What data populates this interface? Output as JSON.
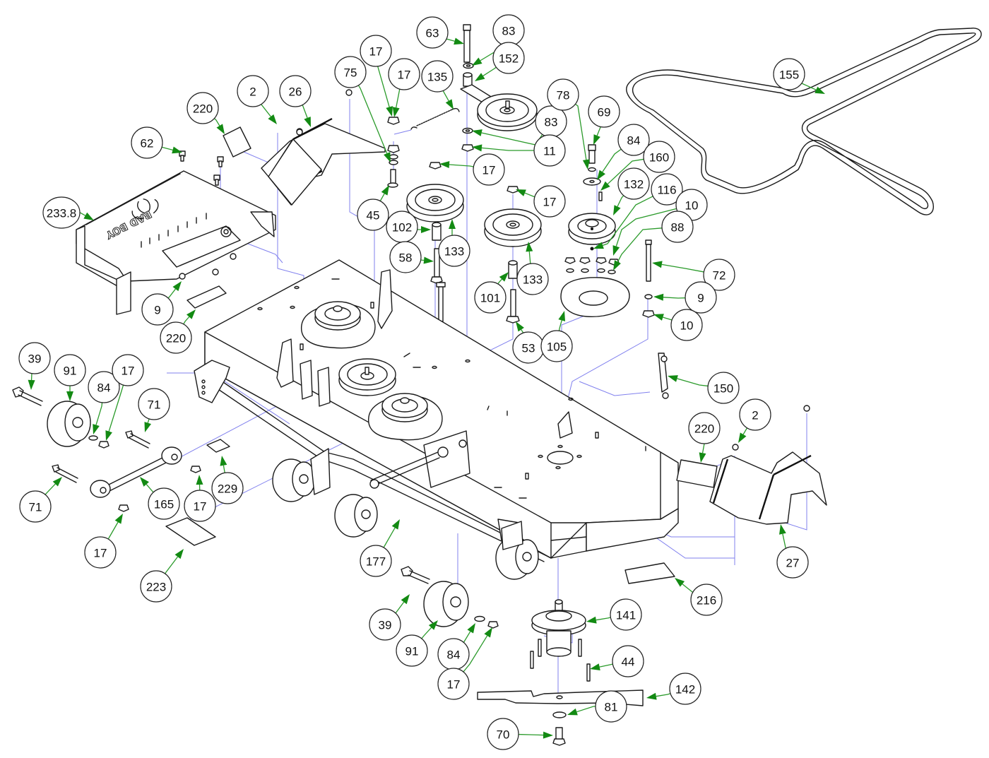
{
  "diagram": {
    "title": "Mower Deck Exploded Parts Diagram",
    "type": "exploded-parts-view",
    "deck_logo_text": "BAD BOY",
    "colors": {
      "line": "#1a1a1a",
      "guide": "#8080ee",
      "leader": "#2a9a2a",
      "arrow": "#138a13",
      "balloon_fill": "#ffffff"
    },
    "callouts": [
      {
        "id": "c63",
        "label": "63",
        "part": "bolt-idler-arm"
      },
      {
        "id": "c83a",
        "label": "83",
        "part": "washer"
      },
      {
        "id": "c152",
        "label": "152",
        "part": "idler-arm"
      },
      {
        "id": "c155",
        "label": "155",
        "part": "drive-belt"
      },
      {
        "id": "c17a",
        "label": "17",
        "part": "flange-nut"
      },
      {
        "id": "c17b",
        "label": "17",
        "part": "flange-nut"
      },
      {
        "id": "c75",
        "label": "75",
        "part": "washer"
      },
      {
        "id": "c135",
        "label": "135",
        "part": "tension-spring"
      },
      {
        "id": "c220a",
        "label": "220",
        "part": "decal"
      },
      {
        "id": "c2a",
        "label": "2",
        "part": "acorn-nut"
      },
      {
        "id": "c26",
        "label": "26",
        "part": "discharge-chute-left"
      },
      {
        "id": "c62",
        "label": "62",
        "part": "bolt"
      },
      {
        "id": "c83b",
        "label": "83",
        "part": "washer"
      },
      {
        "id": "c78",
        "label": "78",
        "part": "lock-washer"
      },
      {
        "id": "c69",
        "label": "69",
        "part": "bolt"
      },
      {
        "id": "c11",
        "label": "11",
        "part": "nut"
      },
      {
        "id": "c84a",
        "label": "84",
        "part": "washer"
      },
      {
        "id": "c160",
        "label": "160",
        "part": "key"
      },
      {
        "id": "c17c",
        "label": "17",
        "part": "flange-nut"
      },
      {
        "id": "c45",
        "label": "45",
        "part": "spacer-bolt"
      },
      {
        "id": "c233",
        "label": "233.8",
        "part": "deck-cover"
      },
      {
        "id": "c17d",
        "label": "17",
        "part": "flange-nut"
      },
      {
        "id": "c132",
        "label": "132",
        "part": "spindle-pulley"
      },
      {
        "id": "c116",
        "label": "116",
        "part": "set-screw"
      },
      {
        "id": "c10a",
        "label": "10",
        "part": "nut"
      },
      {
        "id": "c88",
        "label": "88",
        "part": "washer"
      },
      {
        "id": "c102",
        "label": "102",
        "part": "spacer"
      },
      {
        "id": "c133a",
        "label": "133",
        "part": "idler-pulley"
      },
      {
        "id": "c58",
        "label": "58",
        "part": "bolt"
      },
      {
        "id": "c72",
        "label": "72",
        "part": "long-bolt"
      },
      {
        "id": "c101",
        "label": "101",
        "part": "spacer"
      },
      {
        "id": "c133b",
        "label": "133",
        "part": "idler-pulley"
      },
      {
        "id": "c9a",
        "label": "9",
        "part": "lock-nut"
      },
      {
        "id": "c9b",
        "label": "9",
        "part": "lock-nut"
      },
      {
        "id": "c10b",
        "label": "10",
        "part": "nut"
      },
      {
        "id": "c220b",
        "label": "220",
        "part": "decal"
      },
      {
        "id": "c53",
        "label": "53",
        "part": "bolt"
      },
      {
        "id": "c105",
        "label": "105",
        "part": "spindle-plate"
      },
      {
        "id": "c39a",
        "label": "39",
        "part": "wheel-bolt"
      },
      {
        "id": "c91a",
        "label": "91",
        "part": "anti-scalp-wheel"
      },
      {
        "id": "c84b",
        "label": "84",
        "part": "washer"
      },
      {
        "id": "c17e",
        "label": "17",
        "part": "flange-nut"
      },
      {
        "id": "c71a",
        "label": "71",
        "part": "pin"
      },
      {
        "id": "c150",
        "label": "150",
        "part": "deck-hanger-link"
      },
      {
        "id": "c220c",
        "label": "220",
        "part": "decal"
      },
      {
        "id": "c2b",
        "label": "2",
        "part": "acorn-nut"
      },
      {
        "id": "c229",
        "label": "229",
        "part": "decal"
      },
      {
        "id": "c71b",
        "label": "71",
        "part": "pin"
      },
      {
        "id": "c165",
        "label": "165",
        "part": "adjustment-rod"
      },
      {
        "id": "c17f",
        "label": "17",
        "part": "flange-nut"
      },
      {
        "id": "c17g",
        "label": "17",
        "part": "flange-nut"
      },
      {
        "id": "c27",
        "label": "27",
        "part": "discharge-chute-right"
      },
      {
        "id": "c177",
        "label": "177",
        "part": "deck-shell"
      },
      {
        "id": "c223",
        "label": "223",
        "part": "decal"
      },
      {
        "id": "c216",
        "label": "216",
        "part": "decal"
      },
      {
        "id": "c141",
        "label": "141",
        "part": "spindle-assembly"
      },
      {
        "id": "c39b",
        "label": "39",
        "part": "wheel-bolt"
      },
      {
        "id": "c91b",
        "label": "91",
        "part": "anti-scalp-wheel"
      },
      {
        "id": "c84c",
        "label": "84",
        "part": "washer"
      },
      {
        "id": "c44",
        "label": "44",
        "part": "spindle-bolt"
      },
      {
        "id": "c17h",
        "label": "17",
        "part": "flange-nut"
      },
      {
        "id": "c142",
        "label": "142",
        "part": "blade"
      },
      {
        "id": "c81",
        "label": "81",
        "part": "blade-washer"
      },
      {
        "id": "c70",
        "label": "70",
        "part": "blade-bolt"
      }
    ]
  }
}
